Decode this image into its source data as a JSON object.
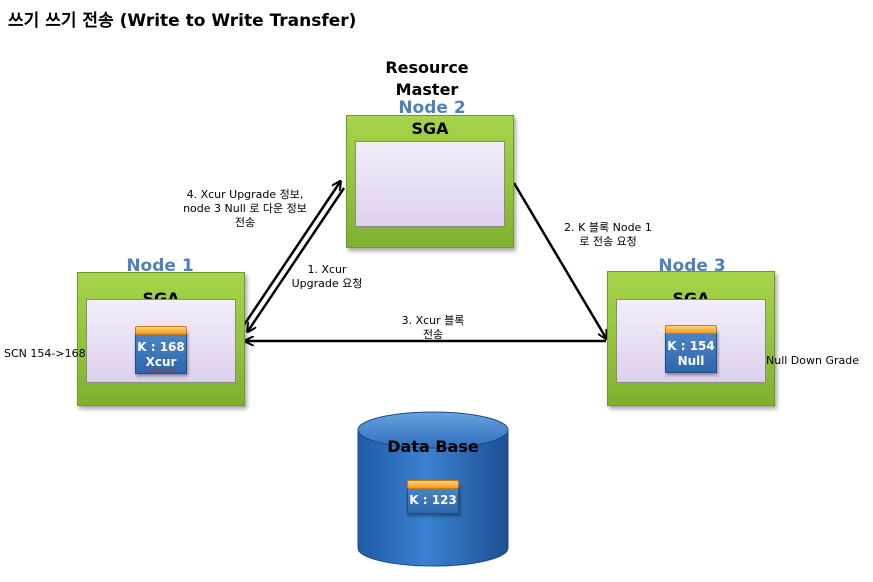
{
  "title": "쓰기 쓰기 전송 (Write to Write Transfer)",
  "resource_master": {
    "line1": "Resource",
    "line2": "Master"
  },
  "nodes": {
    "node1": {
      "label": "Node 1",
      "sga": "SGA",
      "block": {
        "line1": "K : 168",
        "line2": "Xcur"
      }
    },
    "node2": {
      "label": "Node 2",
      "sga": "SGA"
    },
    "node3": {
      "label": "Node 3",
      "sga": "SGA",
      "block": {
        "line1": "K : 154",
        "line2": "Null"
      }
    }
  },
  "database": {
    "label": "Data Base",
    "block": "K : 123"
  },
  "side_notes": {
    "left": "SCN 154->168",
    "right": "Null Down Grade"
  },
  "steps": {
    "step1": {
      "line1": "1. Xcur",
      "line2": "Upgrade 요청"
    },
    "step2": {
      "line1": "2. K 블록 Node 1",
      "line2": "로 전송 요청"
    },
    "step3": {
      "line1": "3. Xcur 블록",
      "line2": "전송"
    },
    "step4": {
      "line1": "4. Xcur Upgrade 정보,",
      "line2": "node 3 Null 로 다운 정보",
      "line3": "전송"
    }
  },
  "colors": {
    "node_green": "#8fc23a",
    "sga_lavender": "#ddd0ec",
    "node_label_blue": "#4f81bd",
    "db_blue": "#2e6fbf",
    "block_blue": "#2e66ac",
    "block_cap_orange": "#f39a1e"
  }
}
